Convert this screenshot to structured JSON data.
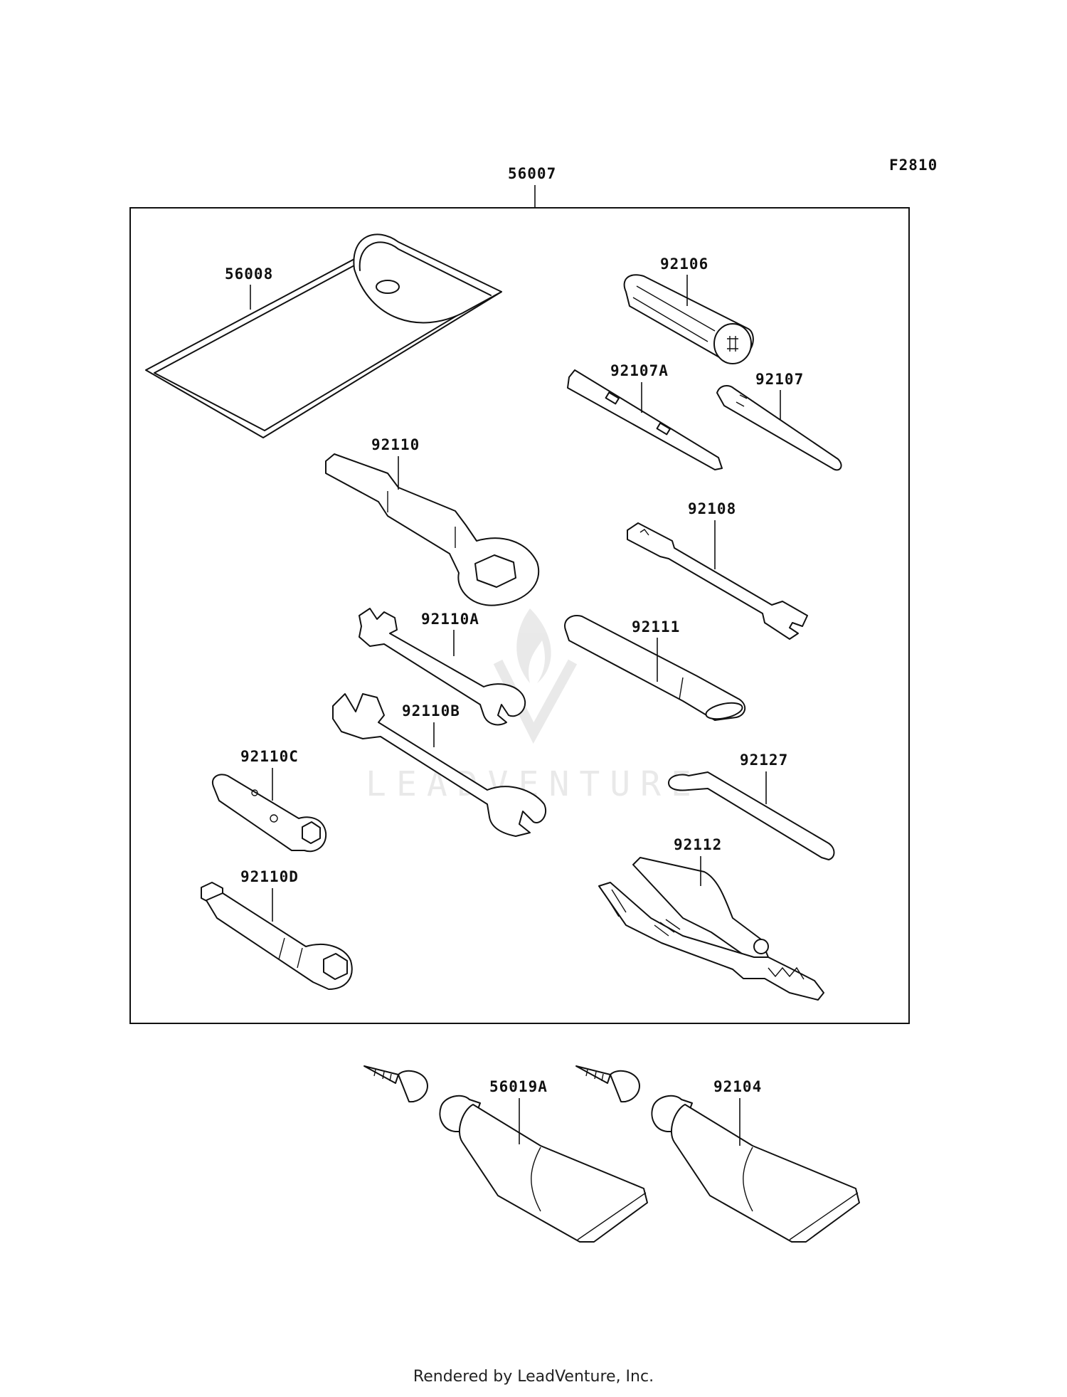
{
  "diagram": {
    "figure_code": "F2810",
    "kit_label": "56007",
    "parts": {
      "case": "56008",
      "screwdriver_handle": "92106",
      "driver_bit_a": "92107A",
      "driver_bit": "92107",
      "box_wrench": "92110",
      "spoke_wrench": "92108",
      "open_wrench_a": "92110A",
      "extension_bar": "92111",
      "open_wrench_b": "92110B",
      "socket_wrench_c": "92110C",
      "hex_key": "92127",
      "pliers": "92112",
      "socket_wrench_d": "92110D",
      "grease_a": "56019A",
      "grease_b": "92104"
    }
  },
  "watermark": "LEADVENTURE",
  "footer": "Rendered by LeadVenture, Inc."
}
